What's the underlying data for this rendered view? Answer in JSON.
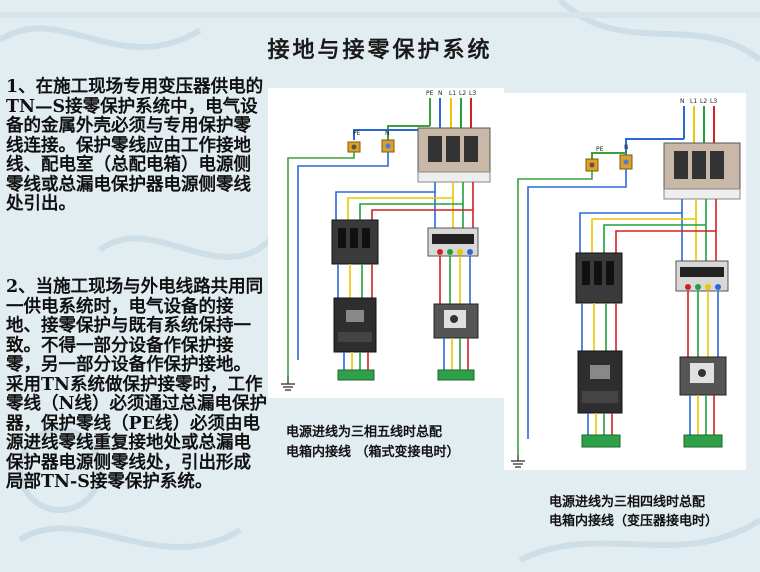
{
  "slide": {
    "title": "接地与接零保护系统",
    "paragraph_1": "1、在施工现场专用变压器供电的TN—S接零保护系统中，电气设备的金属外壳必须与专用保护零线连接。保护零线应由工作接地线、配电室（总配电箱）电源侧零线或总漏电保护器电源侧零线处引出。",
    "paragraph_2": "2、当施工现场与外电线路共用同一供电系统时，电气设备的接地、接零保护与既有系统保持一致。不得一部分设备作保护接零，另一部分设备作保护接地。采用TN系统做保护接零时，工作零线（N线）必须通过总漏电保护器，保护零线（PE线）必须由电源进线零线重复接地处或总漏电保护器电源侧零线处，引出形成局部TN-S接零保护系统。"
  },
  "diagram_left": {
    "terminals": [
      "PE",
      "N",
      "L1",
      "L2",
      "L3"
    ],
    "pe_label": "PE",
    "n_label": "N",
    "caption_line_1": "电源进线为三相五线时总配",
    "caption_line_2": "电箱内接线 （箱式变接电时）"
  },
  "diagram_right": {
    "terminals": [
      "N",
      "L1",
      "L2",
      "L3"
    ],
    "pe_label": "PE",
    "n_label": "N",
    "caption_line_1": "电源进线为三相四线时总配",
    "caption_line_2": "电箱内接线（变压器接电时）"
  },
  "colors": {
    "wire_yellow": "#e8c800",
    "wire_green": "#1fa23a",
    "wire_red": "#d42020",
    "wire_blue": "#2a6ad8",
    "wire_pe": "#3ca03c"
  }
}
